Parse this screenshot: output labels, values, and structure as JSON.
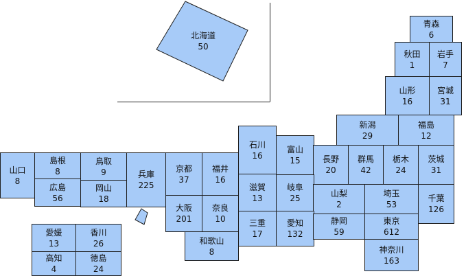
{
  "colors": {
    "fill": "#a7cbf8",
    "border": "#1e1e1e",
    "divider": "#222222"
  },
  "prefectures": {
    "hokkaido": {
      "name": "北海道",
      "count": "50"
    },
    "aomori": {
      "name": "青森",
      "count": "6"
    },
    "akita": {
      "name": "秋田",
      "count": "1"
    },
    "iwate": {
      "name": "岩手",
      "count": "7"
    },
    "yamagata": {
      "name": "山形",
      "count": "16"
    },
    "miyagi": {
      "name": "宮城",
      "count": "31"
    },
    "niigata": {
      "name": "新潟",
      "count": "29"
    },
    "fukushima": {
      "name": "福島",
      "count": "12"
    },
    "ishikawa": {
      "name": "石川",
      "count": "16"
    },
    "toyama": {
      "name": "富山",
      "count": "15"
    },
    "nagano": {
      "name": "長野",
      "count": "20"
    },
    "gunma": {
      "name": "群馬",
      "count": "42"
    },
    "tochigi": {
      "name": "栃木",
      "count": "24"
    },
    "ibaraki": {
      "name": "茨城",
      "count": "31"
    },
    "yamaguchi": {
      "name": "山口",
      "count": "8"
    },
    "shimane": {
      "name": "島根",
      "count": "8"
    },
    "tottori": {
      "name": "鳥取",
      "count": "9"
    },
    "hyogo": {
      "name": "兵庫",
      "count": "225"
    },
    "kyoto": {
      "name": "京都",
      "count": "37"
    },
    "fukui": {
      "name": "福井",
      "count": "16"
    },
    "hiroshima": {
      "name": "広島",
      "count": "56"
    },
    "okayama": {
      "name": "岡山",
      "count": "18"
    },
    "shiga": {
      "name": "滋賀",
      "count": "13"
    },
    "gifu": {
      "name": "岐阜",
      "count": "25"
    },
    "yamanashi": {
      "name": "山梨",
      "count": "2"
    },
    "saitama": {
      "name": "埼玉",
      "count": "53"
    },
    "chiba": {
      "name": "千葉",
      "count": "126"
    },
    "osaka": {
      "name": "大阪",
      "count": "201"
    },
    "nara": {
      "name": "奈良",
      "count": "10"
    },
    "mie": {
      "name": "三重",
      "count": "17"
    },
    "aichi": {
      "name": "愛知",
      "count": "132"
    },
    "shizuoka": {
      "name": "静岡",
      "count": "59"
    },
    "tokyo": {
      "name": "東京",
      "count": "612"
    },
    "ehime": {
      "name": "愛媛",
      "count": "13"
    },
    "kagawa": {
      "name": "香川",
      "count": "26"
    },
    "wakayama": {
      "name": "和歌山",
      "count": "8"
    },
    "kanagawa": {
      "name": "神奈川",
      "count": "163"
    },
    "kochi": {
      "name": "高知",
      "count": "4"
    },
    "tokushima": {
      "name": "徳島",
      "count": "24"
    }
  }
}
